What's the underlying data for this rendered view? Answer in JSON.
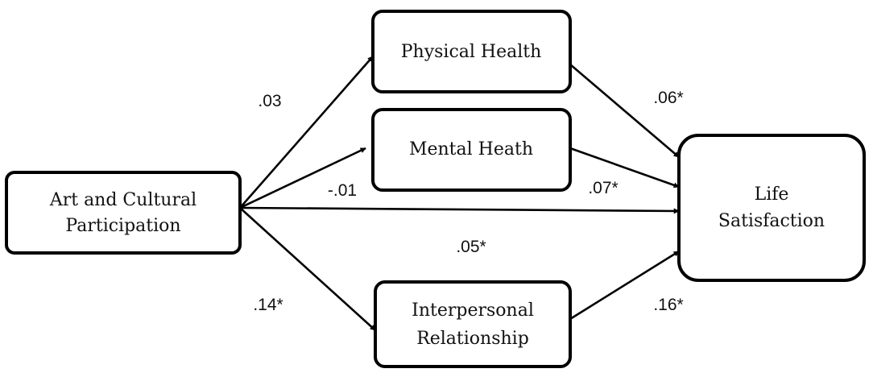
{
  "nodes": {
    "art": {
      "lines": [
        "Art and Cultural",
        "Participation"
      ]
    },
    "physical": {
      "lines": [
        "Physical Health"
      ]
    },
    "mental": {
      "lines": [
        "Mental Heath"
      ]
    },
    "interpersonal": {
      "lines": [
        "Interpersonal",
        "Relationship"
      ]
    },
    "life": {
      "lines": [
        "Life",
        "Satisfaction"
      ]
    }
  },
  "edges": {
    "art_physical": ".03",
    "art_mental": "-.01",
    "art_life": ".05*",
    "art_interpersonal": ".14*",
    "physical_life": ".06*",
    "mental_life": ".07*",
    "interpersonal_life": ".16*"
  }
}
